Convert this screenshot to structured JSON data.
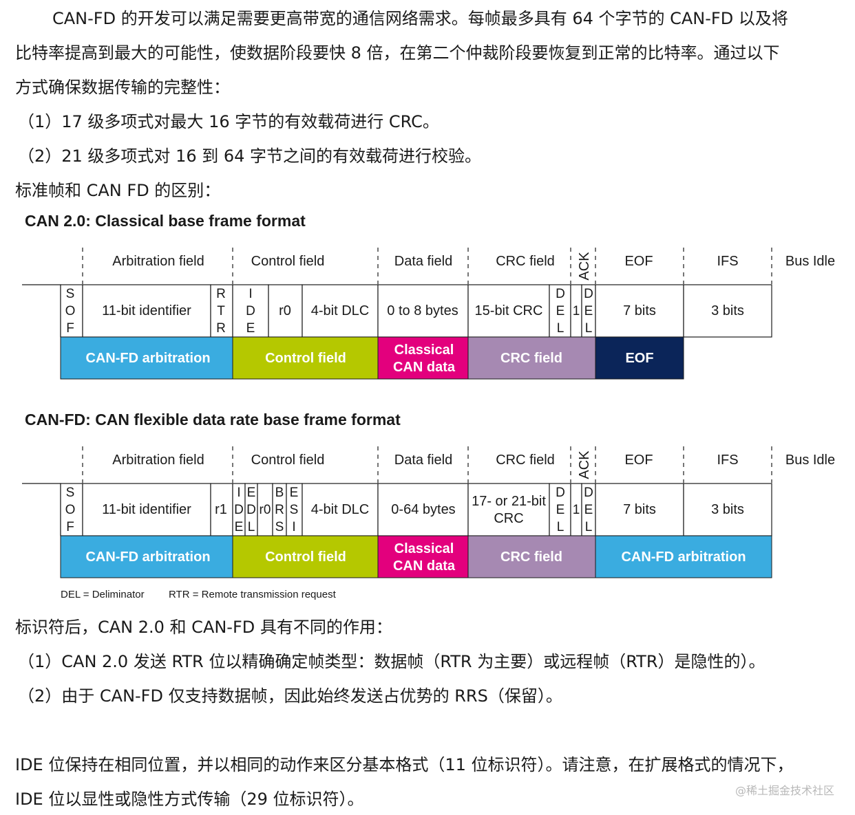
{
  "paragraphs": {
    "p1_line1": "CAN-FD 的开发可以满足需要更高带宽的通信网络需求。每帧最多具有 64 个字节的 CAN-FD 以及将",
    "p1_line2": "比特率提高到最大的可能性，使数据阶段要快 8 倍，在第二个仲裁阶段要恢复到正常的比特率。通过以下",
    "p1_line3": "方式确保数据传输的完整性：",
    "item1": "（1）17 级多项式对最大 16 字节的有效载荷进行 CRC。",
    "item2": "（2）21 级多项式对 16 到 64 字节之间的有效载荷进行校验。",
    "diff_intro": "标准帧和 CAN FD 的区别："
  },
  "diagram1": {
    "title": "CAN 2.0: Classical base frame format",
    "field_labels": [
      "Arbitration field",
      "Control field",
      "Data field",
      "CRC field",
      "ACK",
      "EOF",
      "IFS",
      "Bus Idle"
    ],
    "sof": [
      "S",
      "O",
      "F"
    ],
    "identifier": "11-bit identifier",
    "rtr": [
      "R",
      "T",
      "R"
    ],
    "ide": [
      "I",
      "D",
      "E"
    ],
    "r0": "r0",
    "dlc": "4-bit DLC",
    "data": "0 to 8 bytes",
    "crc": "15-bit CRC",
    "del": [
      "D",
      "E",
      "L"
    ],
    "ack_bit": "1",
    "eof_bits": "7 bits",
    "ifs_bits": "3 bits",
    "bands": [
      {
        "label": "CAN-FD arbitration",
        "color": "#3aace0"
      },
      {
        "label": "Control field",
        "color": "#b5c800"
      },
      {
        "label": "Classical",
        "label2": "CAN data",
        "color": "#e3007d"
      },
      {
        "label": "CRC field",
        "color": "#a689b2"
      },
      {
        "label": "EOF",
        "color": "#0b2559"
      }
    ]
  },
  "diagram2": {
    "title": "CAN-FD: CAN flexible data rate base frame format",
    "field_labels": [
      "Arbitration field",
      "Control field",
      "Data field",
      "CRC field",
      "ACK",
      "EOF",
      "IFS",
      "Bus Idle"
    ],
    "sof": [
      "S",
      "O",
      "F"
    ],
    "identifier": "11-bit identifier",
    "r1": "r1",
    "ide": [
      "I",
      "D",
      "E"
    ],
    "edl": [
      "E",
      "D",
      "L"
    ],
    "r0": "r0",
    "brs": [
      "B",
      "R",
      "S"
    ],
    "esi": [
      "E",
      "S",
      "I"
    ],
    "dlc": "4-bit DLC",
    "data": "0-64 bytes",
    "crc_line1": "17- or 21-bit",
    "crc_line2": "CRC",
    "del": [
      "D",
      "E",
      "L"
    ],
    "ack_bit": "1",
    "eof_bits": "7 bits",
    "ifs_bits": "3 bits",
    "bands": [
      {
        "label": "CAN-FD arbitration",
        "color": "#3aace0"
      },
      {
        "label": "Control field",
        "color": "#b5c800"
      },
      {
        "label": "Classical",
        "label2": "CAN data",
        "color": "#e3007d"
      },
      {
        "label": "CRC field",
        "color": "#a689b2"
      },
      {
        "label": "CAN-FD arbitration",
        "color": "#3aace0"
      }
    ]
  },
  "legend": {
    "del": "DEL = Deliminator",
    "rtr": "RTR = Remote transmission request"
  },
  "after": {
    "intro": "标识符后，CAN 2.0 和 CAN-FD 具有不同的作用：",
    "item1": "（1）CAN 2.0 发送 RTR 位以精确确定帧类型：数据帧（RTR 为主要）或远程帧（RTR）是隐性的）。",
    "item2": "（2）由于 CAN-FD 仅支持数据帧，因此始终发送占优势的 RRS（保留）。",
    "ide_line1": "IDE 位保持在相同位置，并以相同的动作来区分基本格式（11 位标识符）。请注意，在扩展格式的情况下，",
    "ide_line2": "IDE 位以显性或隐性方式传输（29 位标识符）。"
  },
  "watermark": "@稀土掘金技术社区"
}
